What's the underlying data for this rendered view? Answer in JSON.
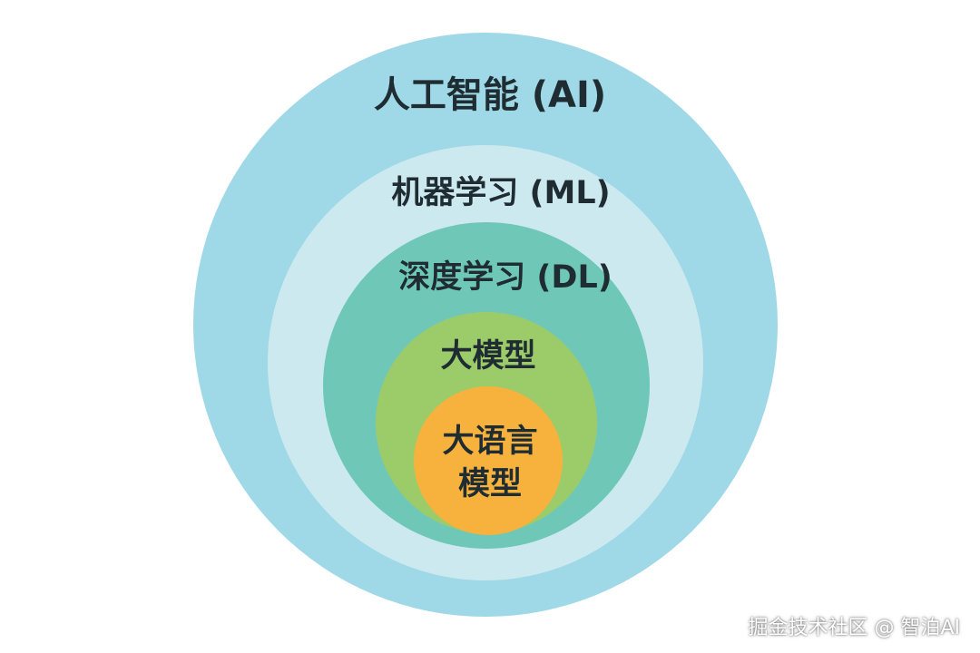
{
  "diagram": {
    "layers": [
      {
        "label": "人工智能 (AI)",
        "color": "#9fd8e6"
      },
      {
        "label": "机器学习 (ML)",
        "color": "#cde9f0"
      },
      {
        "label": "深度学习 (DL)",
        "color": "#6fc8b7"
      },
      {
        "label": "大模型",
        "color": "#9ccb6a"
      },
      {
        "label_lines": [
          "大语言",
          "模型"
        ],
        "color": "#f7b23e"
      }
    ]
  },
  "watermark": "掘金技术社区 @ 智泊AI"
}
